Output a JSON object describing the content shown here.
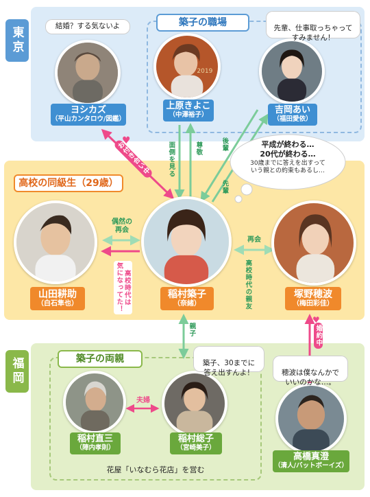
{
  "regions": {
    "tokyo": "東京",
    "fukuoka": "福岡"
  },
  "groups": {
    "workplace": "築子の職場",
    "classmates": "高校の同級生（29歳）",
    "parents": "築子の両親"
  },
  "people": {
    "yoshikazu": {
      "name": "ヨシカズ",
      "actor": "（平山カンタロウ/図鑑）",
      "quote": "結婚？する気ないよ"
    },
    "uehara": {
      "name": "上原きよこ",
      "actor": "（中澤裕子）"
    },
    "yoshioka": {
      "name": "吉岡あい",
      "actor": "（福田愛依）",
      "quote": "先輩、仕事取っちゃって\nすみません！"
    },
    "yamada": {
      "name": "山田耕助",
      "actor": "（白石隼也）"
    },
    "inamura": {
      "name": "稲村築子",
      "actor": "（奈緒）"
    },
    "tsukano": {
      "name": "塚野穂波",
      "actor": "（梅田彩佳）"
    },
    "naozo": {
      "name": "稲村直三",
      "actor": "（陣内孝則）"
    },
    "soko": {
      "name": "稲村総子",
      "actor": "（宮崎美子）",
      "quote": "築子、30までに\n答え出すんよ！"
    },
    "takahashi": {
      "name": "高橋真澄",
      "actor": "（清人/バットボーイズ）",
      "quote": "穂波は僕なんかで\nいいのかな…。"
    }
  },
  "thought": {
    "line1": "平成が終わる…",
    "line2": "20代が終わる…",
    "line3": "30歳までに答えを出すって\nいう親との約束もあるし…"
  },
  "relations": {
    "dating": "お付き合い中",
    "mendou": "面倒を見る",
    "sonkei": "尊敬",
    "kohai": "後輩",
    "senpai": "先輩",
    "guuzen": "偶然の\n再会",
    "saikai": "再会",
    "kininatteta": "高校時代は\n気になってた！",
    "shinyu": "高校時代の親友",
    "oyako": "親子",
    "fufu": "夫婦",
    "konyaku": "婚約中"
  },
  "shop_note": "花屋「いなむら花店」を営む",
  "colors": {
    "tokyo_bg": "#dcebf8",
    "tokyo_accent": "#5b9bd5",
    "classmates_bg": "#fde7a6",
    "classmates_accent": "#f0a020",
    "fukuoka_bg": "#e3efc9",
    "fukuoka_accent": "#8ab84a",
    "name_blue": "#3f8fd2",
    "name_orange": "#f0892b",
    "name_green": "#6aa83c",
    "pink": "#ee4a8a",
    "arrow_green": "#7ccc9a"
  }
}
